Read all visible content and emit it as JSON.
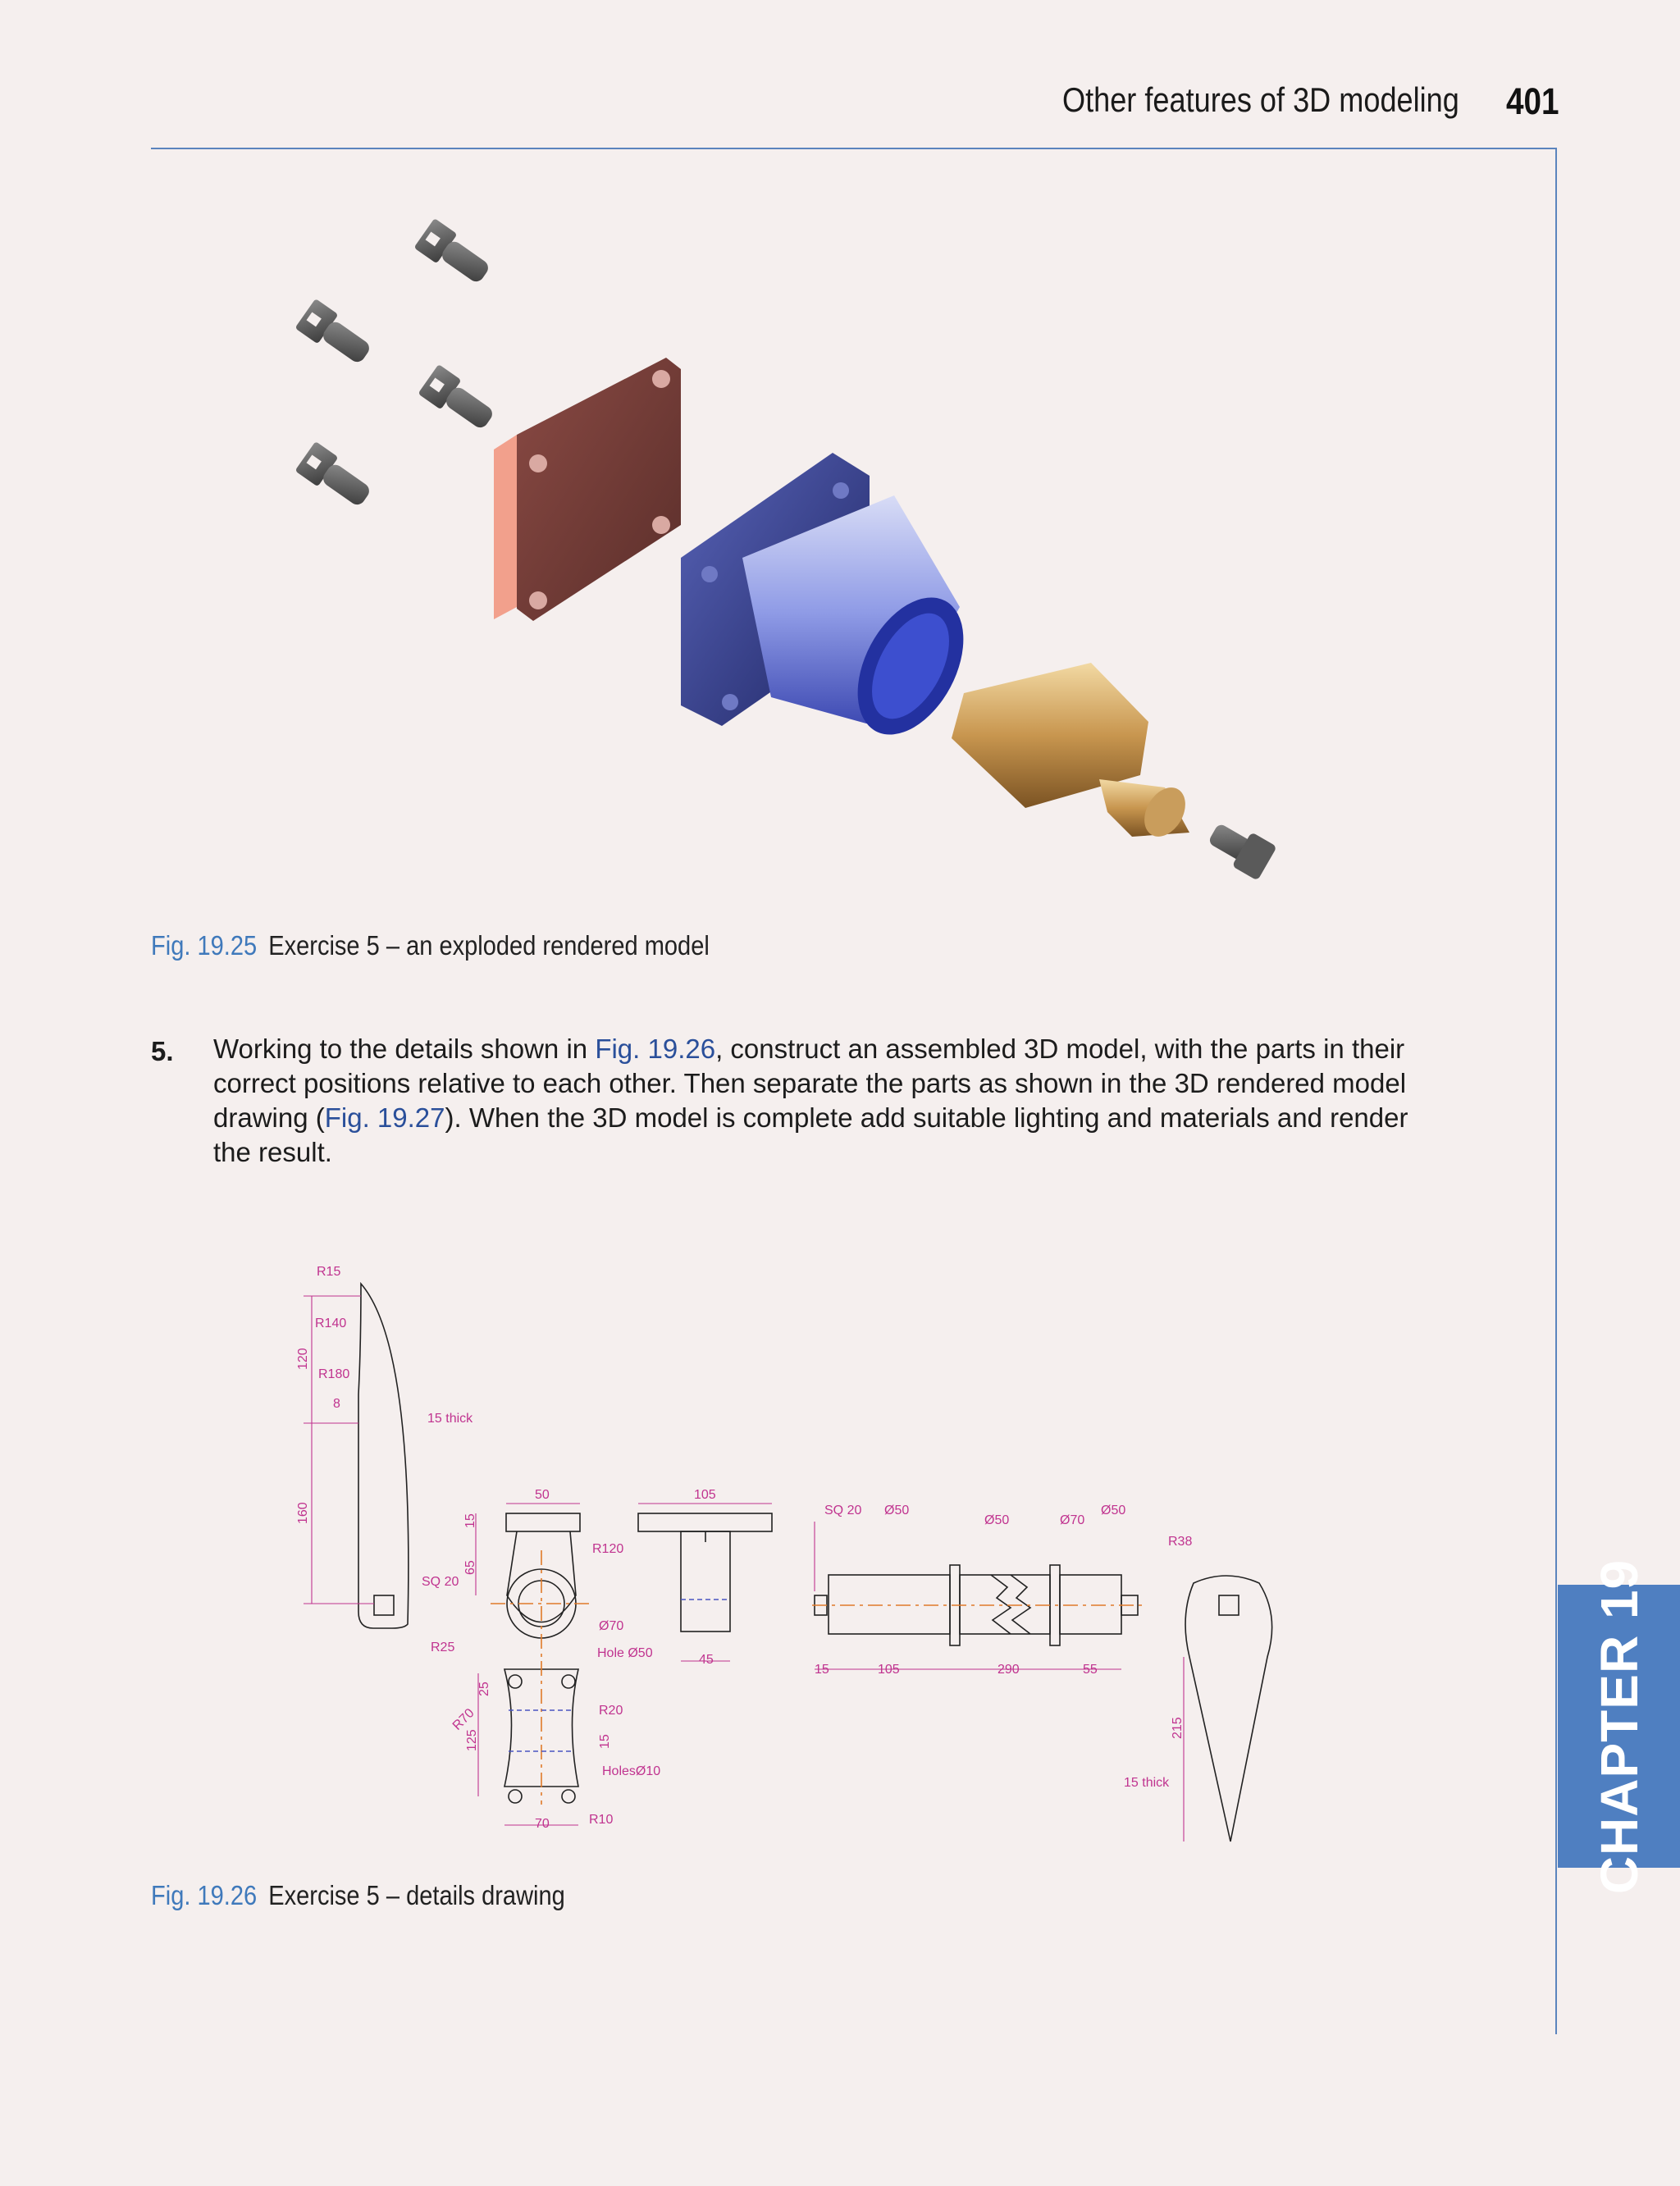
{
  "header": {
    "running_title": "Other features of 3D modeling",
    "page_number": "401"
  },
  "figure_1": {
    "number": "Fig. 19.25",
    "caption": "Exercise 5 – an exploded rendered model"
  },
  "exercise": {
    "number": "5.",
    "text_1": "Working to the details shown in ",
    "ref_1": "Fig. 19.26",
    "text_2": ", construct an assembled 3D model, with the parts in their correct positions relative to each other. Then separate the parts as shown in the 3D rendered model drawing (",
    "ref_2": "Fig. 19.27",
    "text_3": "). When the 3D model is complete add suitable lighting and materials and render the result."
  },
  "figure_2": {
    "number": "Fig. 19.26",
    "caption": "Exercise 5 – details drawing",
    "dims": {
      "r15": "R15",
      "r140": "R140",
      "r180": "R180",
      "d120": "120",
      "d8": "8",
      "thick15a": "15 thick",
      "d160": "160",
      "sq20a": "SQ 20",
      "r25": "R25",
      "d50": "50",
      "d15": "15",
      "d65": "65",
      "r120": "R120",
      "dia70a": "Ø70",
      "hole50": "Hole Ø50",
      "d105a": "105",
      "d45": "45",
      "sq20b": "SQ 20",
      "dia50a": "Ø50",
      "dia50b": "Ø50",
      "dia70b": "Ø70",
      "dia50c": "Ø50",
      "d15b": "15",
      "d105b": "105",
      "d290": "290",
      "d55": "55",
      "r38": "R38",
      "d215": "215",
      "thick15b": "15 thick",
      "r70": "R70",
      "d25": "25",
      "d125": "125",
      "r20": "R20",
      "d15c": "15",
      "holes10": "HolesØ10",
      "d70": "70",
      "r10": "R10"
    }
  },
  "chapter_tab": {
    "label": "CHAPTER 19"
  },
  "colors": {
    "page_background": "#f5efee",
    "rule_blue": "#5b84bd",
    "caption_blue": "#3f79bb",
    "link_blue": "#2a4f9a",
    "tab_blue": "#4f7fc1",
    "dimension_magenta": "#c0338f"
  }
}
